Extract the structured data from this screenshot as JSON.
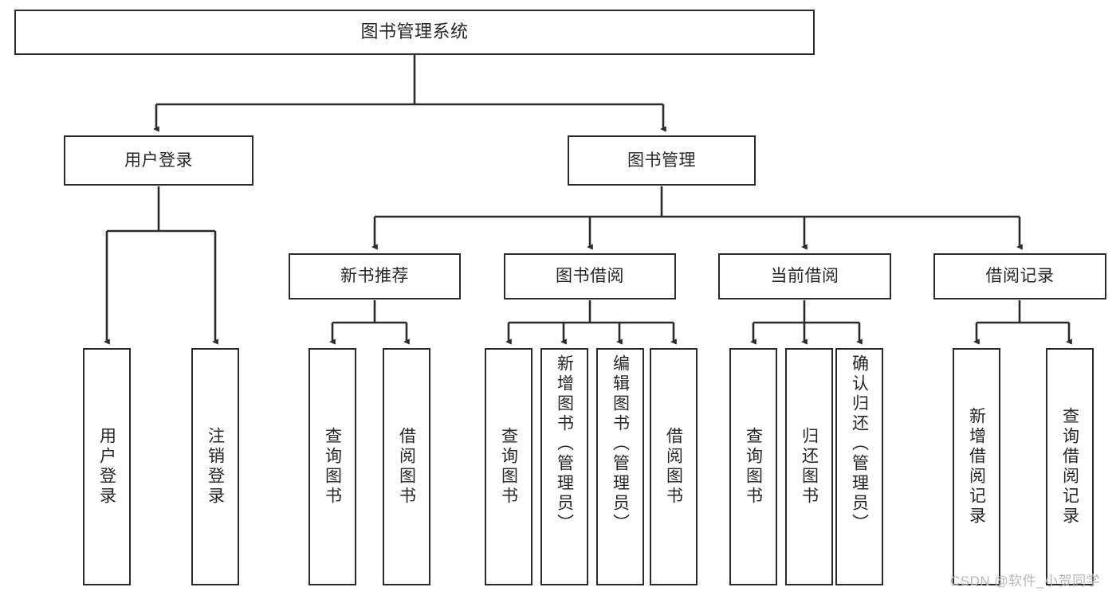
{
  "diagram": {
    "title": "图书管理系统",
    "type": "tree",
    "watermark": "CSDN @软件_小贺同学",
    "colors": {
      "box_border": "#2b2b2b",
      "box_fill": "#ffffff",
      "edge": "#2b2b2b",
      "text": "#262626",
      "watermark": "#b8b8b8",
      "background": "#ffffff"
    },
    "root": {
      "label": "图书管理系统"
    },
    "level2": [
      {
        "label": "用户登录"
      },
      {
        "label": "图书管理"
      }
    ],
    "level3": [
      {
        "label": "新书推荐"
      },
      {
        "label": "图书借阅"
      },
      {
        "label": "当前借阅"
      },
      {
        "label": "借阅记录"
      }
    ],
    "leaves": {
      "user_login": [
        {
          "label": "用户登录"
        },
        {
          "label": "注销登录"
        }
      ],
      "new_book_recommend": [
        {
          "label": "查询图书"
        },
        {
          "label": "借阅图书"
        }
      ],
      "book_borrow": [
        {
          "label": "查询图书"
        },
        {
          "label": "新增图书（管理员）"
        },
        {
          "label": "编辑图书（管理员）"
        },
        {
          "label": "借阅图书"
        }
      ],
      "current_borrow": [
        {
          "label": "查询图书"
        },
        {
          "label": "归还图书"
        },
        {
          "label": "确认归还（管理员）"
        }
      ],
      "borrow_record": [
        {
          "label": "新增借阅记录"
        },
        {
          "label": "查询借阅记录"
        }
      ]
    }
  }
}
